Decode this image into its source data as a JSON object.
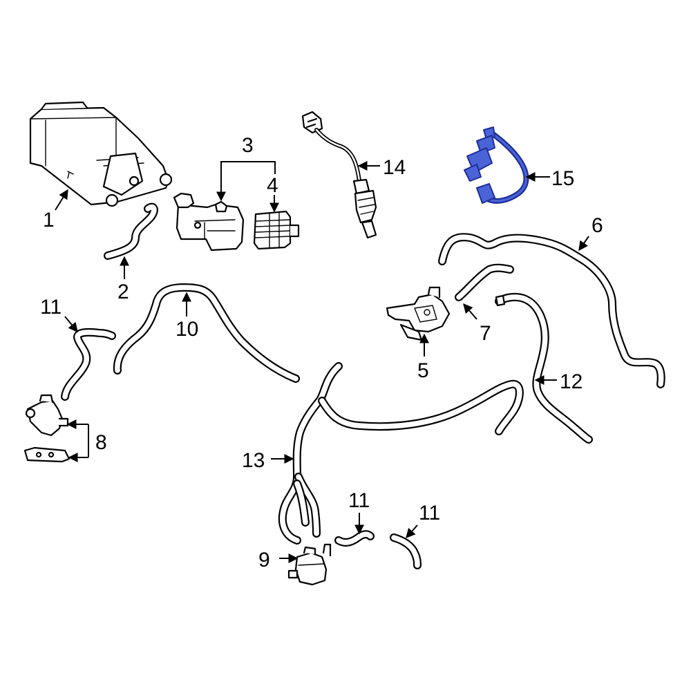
{
  "colors": {
    "line": "#000000",
    "background": "#ffffff",
    "highlight": "#4a63d6",
    "highlight_outline": "#1e2e9a"
  },
  "callouts": {
    "c1": "1",
    "c2": "2",
    "c3": "3",
    "c4": "4",
    "c5": "5",
    "c6": "6",
    "c7": "7",
    "c8": "8",
    "c9": "9",
    "c10": "10",
    "c11a": "11",
    "c11b": "11",
    "c11c": "11",
    "c12": "12",
    "c13": "13",
    "c14": "14",
    "c15": "15"
  },
  "highlighted_part": "15"
}
